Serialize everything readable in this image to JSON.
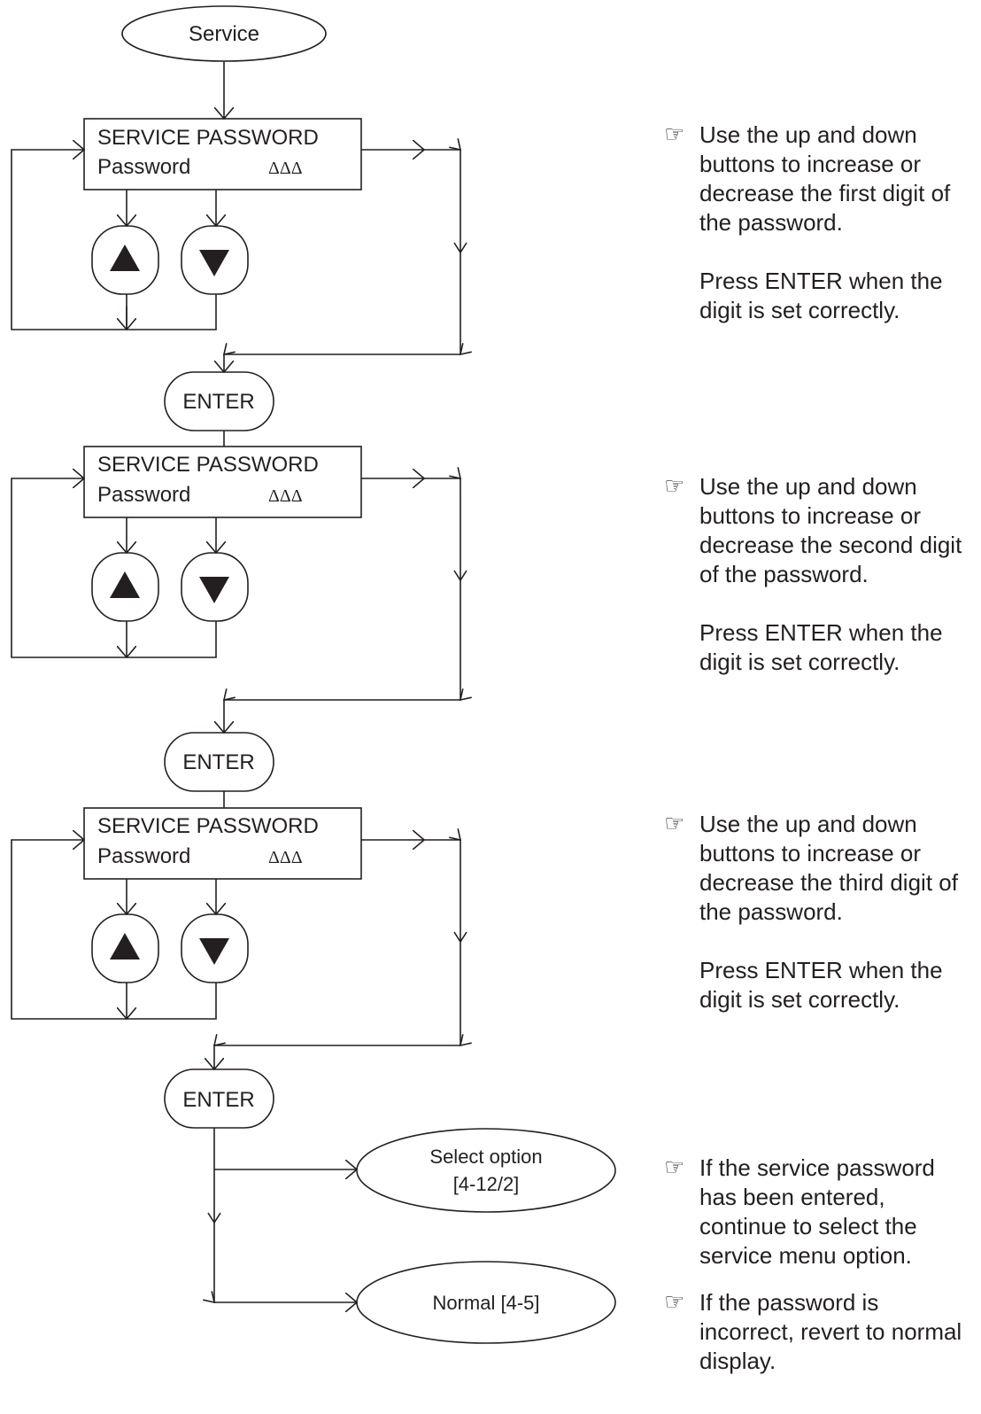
{
  "flow": {
    "start_label": "Service",
    "screen_title": "SERVICE PASSWORD",
    "screen_field": "Password",
    "screen_value": "ΔΔΔ",
    "enter_label": "ENTER",
    "select_option": [
      "Select option",
      "[4-12/2]"
    ],
    "normal_label": "Normal [4-5]"
  },
  "notes": [
    {
      "icon": "pointing-hand-icon",
      "lines": [
        "Use the up and down buttons to increase or decrease the first digit of the password.",
        "Press ENTER when the digit is set correctly."
      ]
    },
    {
      "icon": "pointing-hand-icon",
      "lines": [
        "Use the up and down buttons to increase or decrease the second digit of the password.",
        "Press ENTER when the digit is set correctly."
      ]
    },
    {
      "icon": "pointing-hand-icon",
      "lines": [
        "Use the up and down buttons to increase or decrease the third digit of the password.",
        "Press ENTER when the digit is set correctly."
      ]
    },
    {
      "icon": "pointing-hand-icon",
      "lines": [
        "If the service password has been entered, continue to select the service menu option."
      ]
    },
    {
      "icon": "pointing-hand-icon",
      "lines": [
        "If the password is incorrect, revert to normal display."
      ]
    }
  ]
}
